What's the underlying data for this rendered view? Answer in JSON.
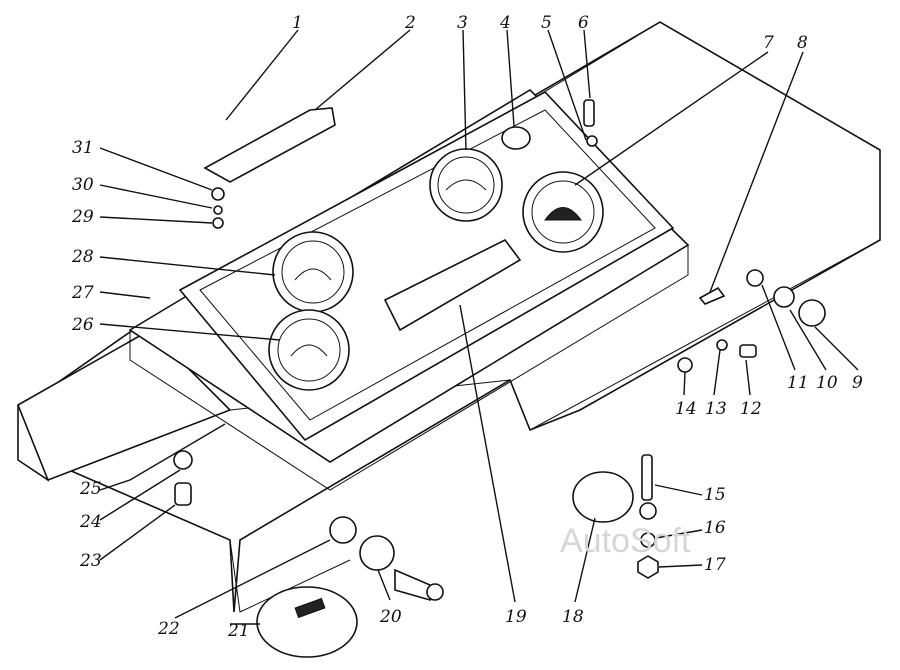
{
  "watermark": "AutoSoft",
  "labels": [
    "1",
    "2",
    "3",
    "4",
    "5",
    "6",
    "7",
    "8",
    "9",
    "10",
    "11",
    "12",
    "13",
    "14",
    "15",
    "16",
    "17",
    "18",
    "19",
    "20",
    "21",
    "22",
    "23",
    "24",
    "25",
    "26",
    "27",
    "28",
    "29",
    "30",
    "31"
  ]
}
